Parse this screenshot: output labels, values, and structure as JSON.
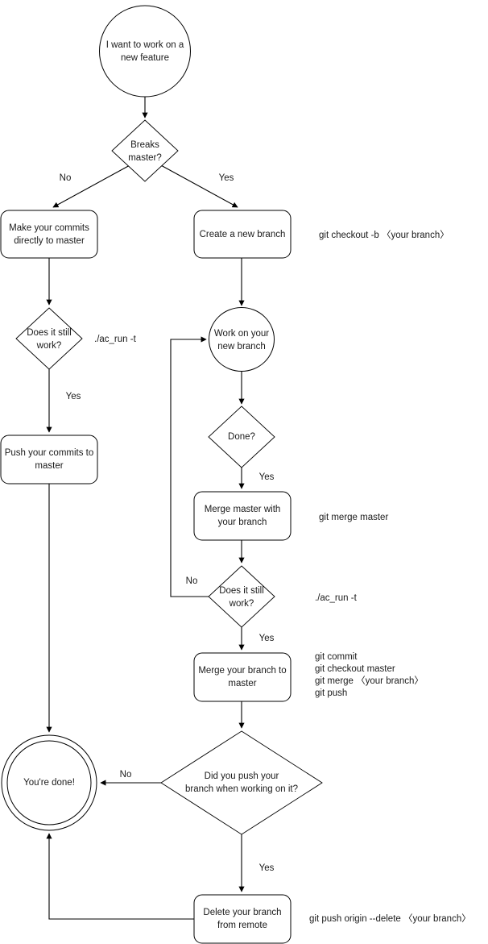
{
  "diagram": {
    "title": "Git branching workflow flowchart",
    "colors": {
      "background": "#ffffff",
      "stroke": "#000000",
      "text": "#1a1a1a"
    },
    "nodes": {
      "start": {
        "label_line1": "I want to work on a",
        "label_line2": "new feature",
        "shape": "circle"
      },
      "breaks_master": {
        "label_line1": "Breaks",
        "label_line2": "master?",
        "shape": "diamond"
      },
      "make_commits": {
        "label_line1": "Make your commits",
        "label_line2": "directly to master",
        "shape": "rounded-rect"
      },
      "create_branch": {
        "label_line1": "Create a new branch",
        "label_line2": "",
        "shape": "rounded-rect"
      },
      "does_it_work_left": {
        "label_line1": "Does it still",
        "label_line2": "work?",
        "shape": "diamond"
      },
      "push_commits": {
        "label_line1": "Push your commits to",
        "label_line2": "master",
        "shape": "rounded-rect"
      },
      "work_on_branch": {
        "label_line1": "Work on your",
        "label_line2": "new branch",
        "shape": "circle"
      },
      "done": {
        "label_line1": "Done?",
        "label_line2": "",
        "shape": "diamond"
      },
      "merge_master_with_branch": {
        "label_line1": "Merge master with",
        "label_line2": "your branch",
        "shape": "rounded-rect"
      },
      "does_it_work_right": {
        "label_line1": "Does it still",
        "label_line2": "work?",
        "shape": "diamond"
      },
      "merge_branch_to_master": {
        "label_line1": "Merge your branch to",
        "label_line2": "master",
        "shape": "rounded-rect"
      },
      "did_you_push": {
        "label_line1": "Did you push your",
        "label_line2": "branch when working on it?",
        "shape": "diamond"
      },
      "delete_branch": {
        "label_line1": "Delete your branch",
        "label_line2": "from remote",
        "shape": "rounded-rect"
      },
      "youre_done": {
        "label_line1": "You're done!",
        "label_line2": "",
        "shape": "double-circle"
      }
    },
    "edge_labels": {
      "breaks_no": "No",
      "breaks_yes": "Yes",
      "left_work_yes": "Yes",
      "done_yes": "Yes",
      "right_work_no": "No",
      "right_work_yes": "Yes",
      "did_push_no": "No",
      "did_push_yes": "Yes"
    },
    "side_notes": {
      "create_branch_cmd": "git checkout -b 〈your branch〉",
      "ac_run_left": "./ac_run -t",
      "merge_master_cmd": "git merge master",
      "ac_run_right": "./ac_run -t",
      "merge_to_master_cmd_1": "git commit",
      "merge_to_master_cmd_2": "git checkout master",
      "merge_to_master_cmd_3": "git merge 〈your branch〉",
      "merge_to_master_cmd_4": "git push",
      "delete_branch_cmd": "git push origin --delete 〈your branch〉"
    }
  }
}
